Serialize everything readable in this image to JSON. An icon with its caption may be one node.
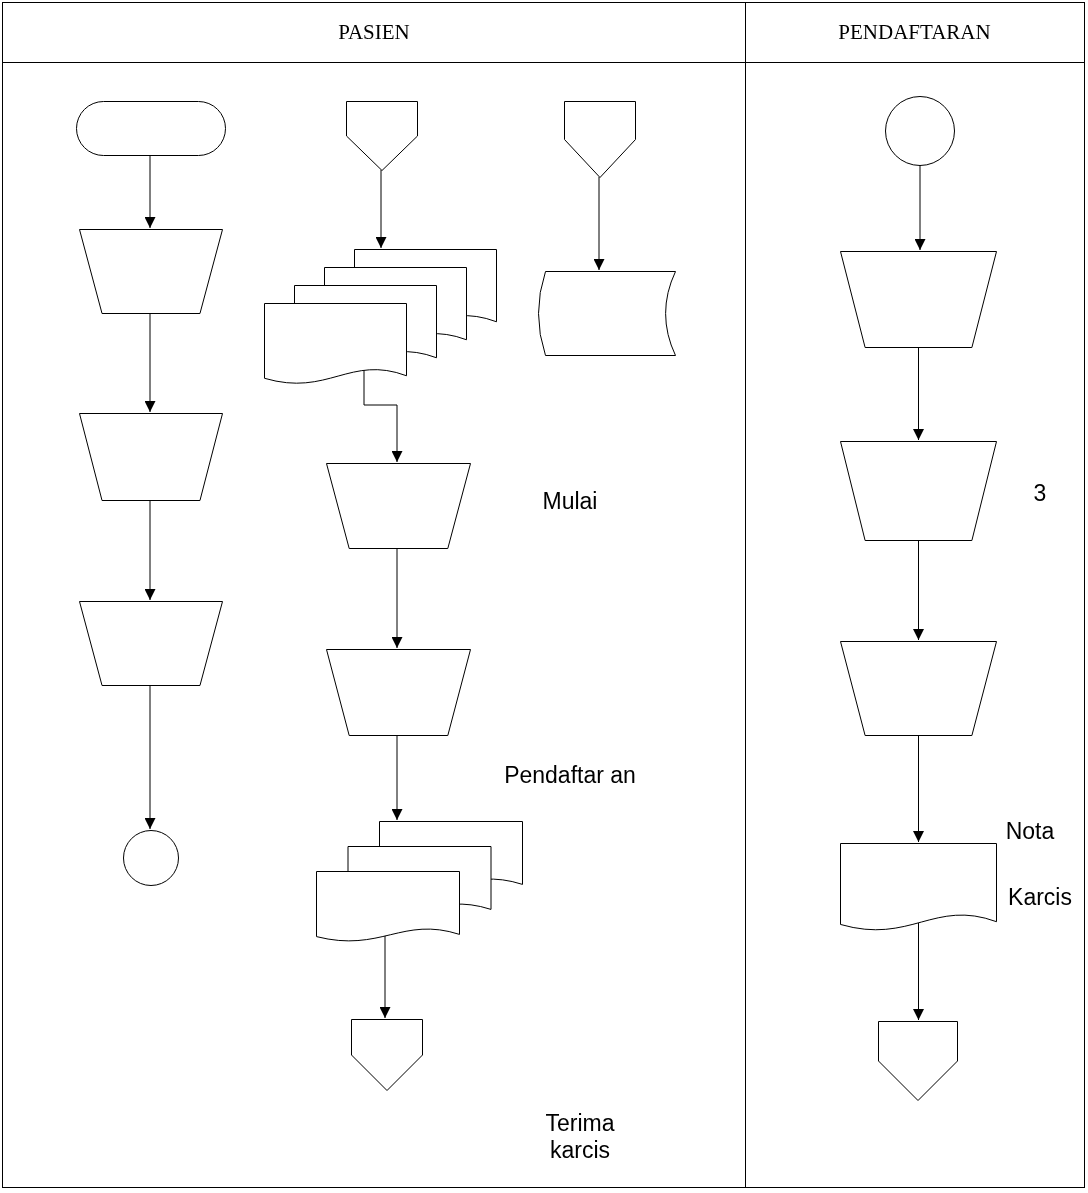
{
  "diagram": {
    "nodes": [
      {
        "text": [
          "PASIEN"
        ]
      },
      {
        "text": [
          "PENDAFTARAN"
        ]
      },
      {
        "text": [],
        "shape": "terminal",
        "in": 0
      },
      {
        "text": [],
        "shape": "trapezoid",
        "in": 0
      },
      {
        "text": [],
        "shape": "trapezoid",
        "in": 0
      },
      {
        "text": [],
        "shape": "trapezoid",
        "in": 0
      },
      {
        "text": [],
        "shape": "circle",
        "in": 0
      },
      {
        "text": [],
        "shape": "pentagon",
        "in": 0
      },
      {
        "text": [],
        "shape": "documents",
        "in": 0
      },
      {
        "text": [],
        "shape": "pentagon",
        "in": 0
      },
      {
        "text": [],
        "shape": "storage",
        "in": 0
      },
      {
        "text": [],
        "shape": "trapezoid",
        "in": 0
      },
      {
        "text": [],
        "shape": "trapezoid",
        "in": 0
      },
      {
        "text": [],
        "shape": "documents",
        "in": 0
      },
      {
        "text": [],
        "shape": "pentagon",
        "in": 0
      },
      {
        "text": [],
        "shape": "circle",
        "in": 1
      },
      {
        "text": [],
        "shape": "trapezoid",
        "in": 1
      },
      {
        "text": [],
        "shape": "trapezoid",
        "in": 1
      },
      {
        "text": [],
        "shape": "trapezoid",
        "in": 1
      },
      {
        "text": [],
        "shape": "document",
        "in": 1,
        "beside": [
          "Nota",
          "Karcis"
        ]
      },
      {
        "text": [],
        "shape": "pentagon",
        "in": 1
      }
    ],
    "edges": [
      {
        "from": 2,
        "to": 3,
        "arrow": "to"
      },
      {
        "from": 3,
        "to": 4,
        "arrow": "to"
      },
      {
        "from": 4,
        "to": 5,
        "arrow": "to"
      },
      {
        "from": 5,
        "to": 6,
        "arrow": "to"
      },
      {
        "from": 7,
        "to": 8,
        "arrow": "to"
      },
      {
        "from": 8,
        "to": 11,
        "arrow": "to"
      },
      {
        "from": 9,
        "to": 10,
        "arrow": "to"
      },
      {
        "from": 11,
        "to": 12,
        "arrow": "to"
      },
      {
        "from": 12,
        "to": 13,
        "arrow": "to"
      },
      {
        "from": 13,
        "to": 14,
        "arrow": "to"
      },
      {
        "from": 15,
        "to": 16,
        "arrow": "to"
      },
      {
        "from": 16,
        "to": 17,
        "arrow": "to"
      },
      {
        "from": 17,
        "to": 18,
        "arrow": "to"
      },
      {
        "from": 18,
        "to": 19,
        "arrow": "to"
      },
      {
        "from": 19,
        "to": 20,
        "arrow": "to"
      }
    ],
    "labels": [
      "Mulai",
      "3",
      "Pendaftar an",
      "Terima karcis"
    ]
  }
}
